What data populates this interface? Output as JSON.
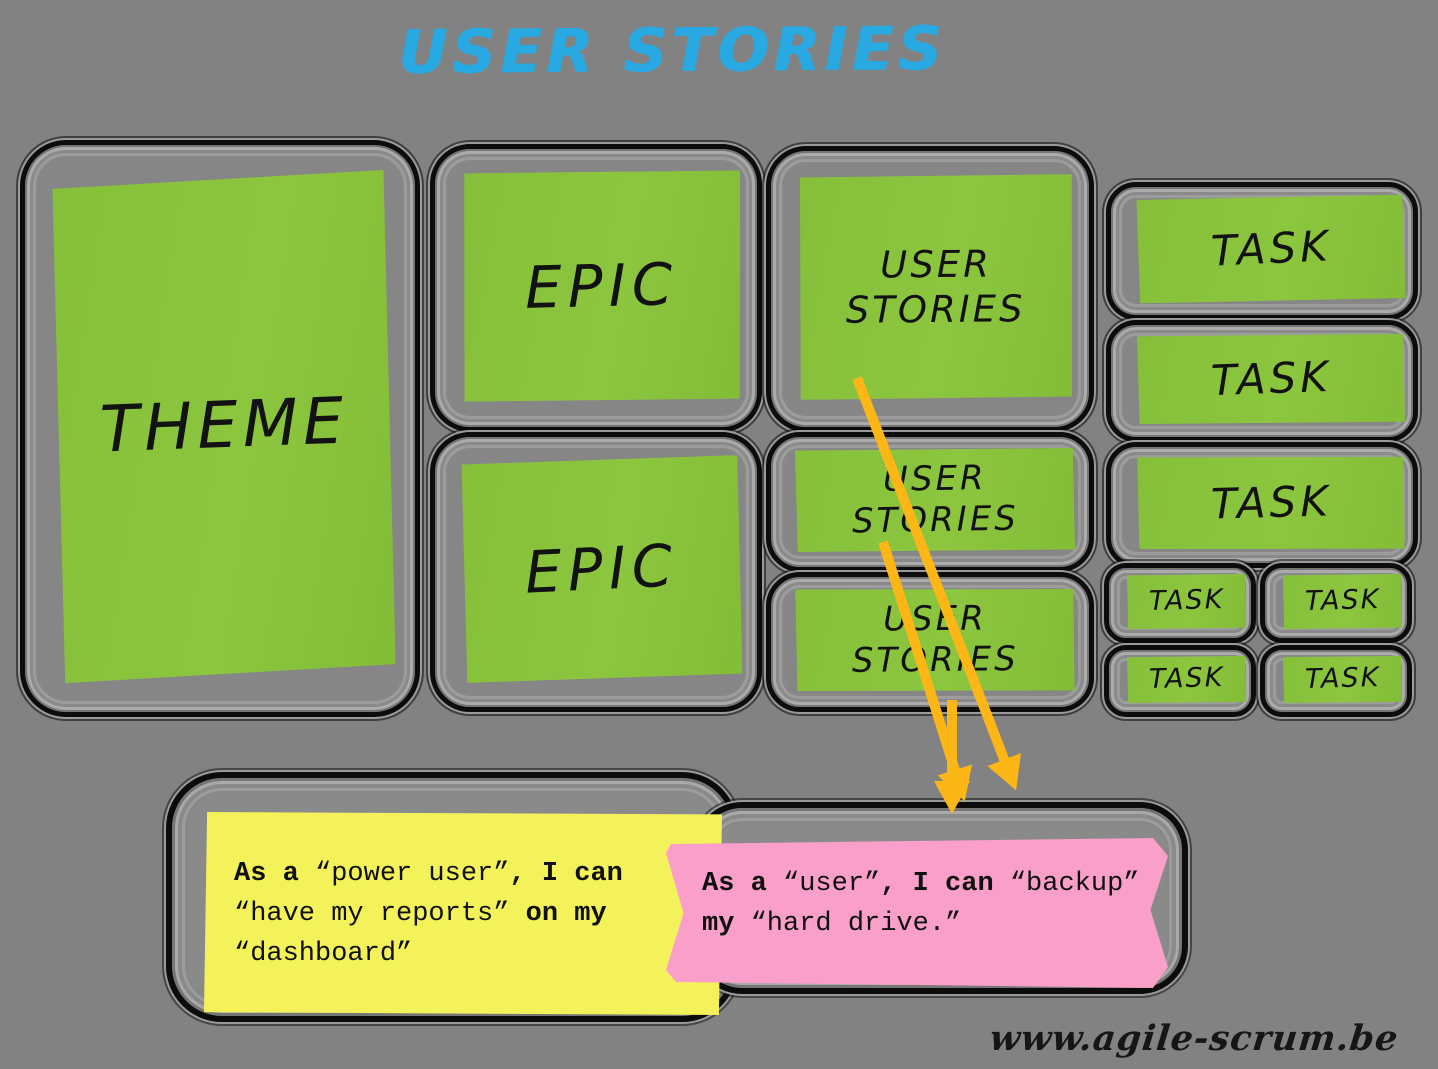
{
  "title": "USER STORIES",
  "labels": {
    "theme": "THEME",
    "epic": "EPIC",
    "user_stories_line1": "USER",
    "user_stories_line2": "STORIES",
    "task": "TASK"
  },
  "notes": {
    "yellow": {
      "lines": [
        [
          {
            "text": "As a ",
            "bold": true
          },
          {
            "text": "“power user”",
            "bold": false
          },
          {
            "text": ", I can",
            "bold": true
          }
        ],
        [
          {
            "text": "“have my reports”",
            "bold": false
          },
          {
            "text": " on my",
            "bold": true
          }
        ],
        [
          {
            "text": "“dashboard”",
            "bold": false
          }
        ]
      ]
    },
    "pink": {
      "lines": [
        [
          {
            "text": "As a ",
            "bold": true
          },
          {
            "text": "“user”",
            "bold": false
          },
          {
            "text": ", I can ",
            "bold": true
          },
          {
            "text": "“backup”",
            "bold": false
          }
        ],
        [
          {
            "text": "my ",
            "bold": true
          },
          {
            "text": "“hard drive.”",
            "bold": false
          }
        ]
      ]
    }
  },
  "watermark": "www.agile-scrum.be",
  "colors": {
    "bg": "#828282",
    "green": "#8cc63f",
    "yellow": "#f3f25b",
    "pink": "#f99fc9",
    "arrow": "#fcb615",
    "title-blue": "#29a9e2",
    "ink": "#121212"
  }
}
